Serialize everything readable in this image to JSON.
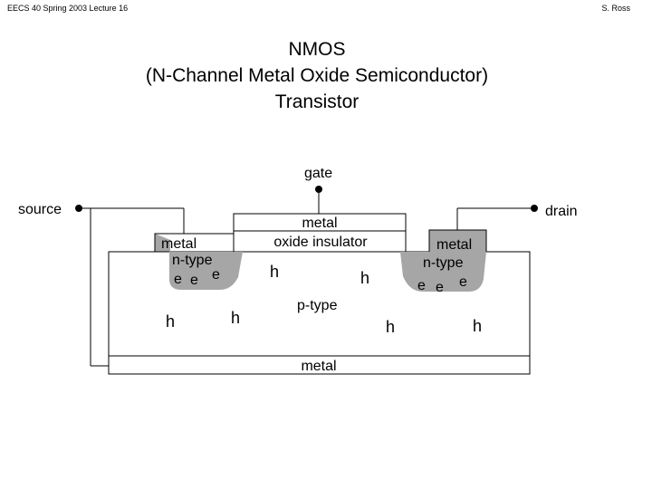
{
  "header": {
    "left": "EECS 40 Spring 2003 Lecture 16",
    "right": "S. Ross"
  },
  "title": {
    "line1": "NMOS",
    "line2": "(N-Channel Metal Oxide Semiconductor)",
    "line3": "Transistor"
  },
  "terminals": {
    "gate": "gate",
    "source": "source",
    "drain": "drain"
  },
  "gate_stack": {
    "metal": "metal",
    "oxide": "oxide insulator"
  },
  "source_region": {
    "metal": "metal",
    "type": "n-type",
    "carriers": [
      "e",
      "e",
      "e"
    ]
  },
  "drain_region": {
    "metal": "metal",
    "type": "n-type",
    "carriers": [
      "e",
      "e",
      "e"
    ]
  },
  "substrate": {
    "type": "p-type",
    "holes": [
      "h",
      "h",
      "h",
      "h",
      "h",
      "h"
    ]
  },
  "bottom_contact": {
    "label": "metal"
  },
  "colors": {
    "n_region": "#a6a6a6",
    "line": "#000000",
    "background": "#ffffff"
  }
}
